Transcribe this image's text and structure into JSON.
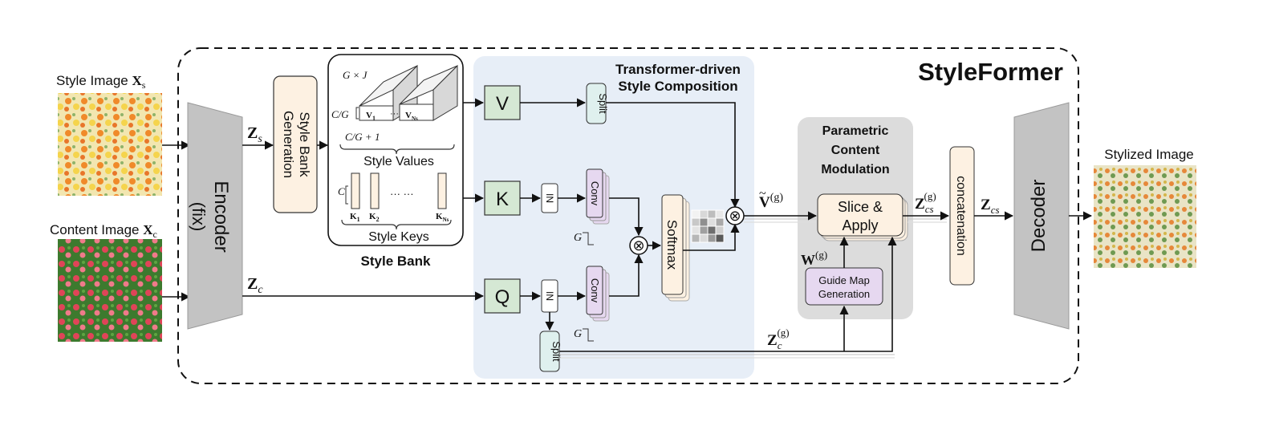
{
  "title": "StyleFormer",
  "inputs": {
    "style_image": {
      "label": "Style Image ",
      "symbol": "X",
      "sub": "s"
    },
    "content_image": {
      "label": "Content Image ",
      "symbol": "X",
      "sub": "c"
    }
  },
  "output": {
    "label": "Stylized Image"
  },
  "encoder": {
    "label": "Encoder",
    "fix": "(fix)"
  },
  "decoder": {
    "label": "Decoder"
  },
  "style_bank_generation": {
    "line1": "Style Bank",
    "line2": "Generation"
  },
  "style_bank": {
    "caption": "Style Bank",
    "values_label": "Style Values",
    "keys_label": "Style Keys",
    "gxj": "G × J",
    "cg": "C/G",
    "cg1": "C/G + 1",
    "c": "C",
    "v1": "V",
    "v1_sub": "1",
    "vn": "V",
    "vn_sub": "Ns",
    "k1": "K",
    "k1_sub": "1",
    "k2": "K",
    "k2_sub": "2",
    "kn": "K",
    "kn_sub": "Ns",
    "dots_values": "···",
    "dots_keys": "··· ···"
  },
  "transformer": {
    "title1": "Transformer-driven",
    "title2": "Style Composition",
    "v": "V",
    "k": "K",
    "q": "Q",
    "in": "IN",
    "conv": "Conv",
    "split": "Split",
    "softmax": "Softmax",
    "g": "G",
    "otimes": "⊗"
  },
  "modulation": {
    "title1": "Parametric",
    "title2": "Content",
    "title3": "Modulation",
    "slice1": "Slice &",
    "slice2": "Apply",
    "guide1": "Guide Map",
    "guide2": "Generation"
  },
  "concatenation": "concatenation",
  "symbols": {
    "zs": "Z",
    "zs_sub": "s",
    "zc": "Z",
    "zc_sub": "c",
    "vg": "V",
    "vg_sup": "(g)",
    "wg": "W",
    "wg_sup": "(g)",
    "zcsg": "Z",
    "zcsg_sub": "cs",
    "zcsg_sup": "(g)",
    "zcs": "Z",
    "zcs_sub": "cs",
    "zcg": "Z",
    "zcg_sub": "c",
    "zcg_sup": "(g)"
  },
  "colors": {
    "green_block": "#d5e8d4",
    "cream_block": "#fdf1e2",
    "purple_block": "#e6d8f0",
    "teal_block": "#dff0ee",
    "transformer_bg": "#e7eef7",
    "modulation_bg": "#dcdcdc",
    "encoder_gray": "#c3c3c3"
  }
}
